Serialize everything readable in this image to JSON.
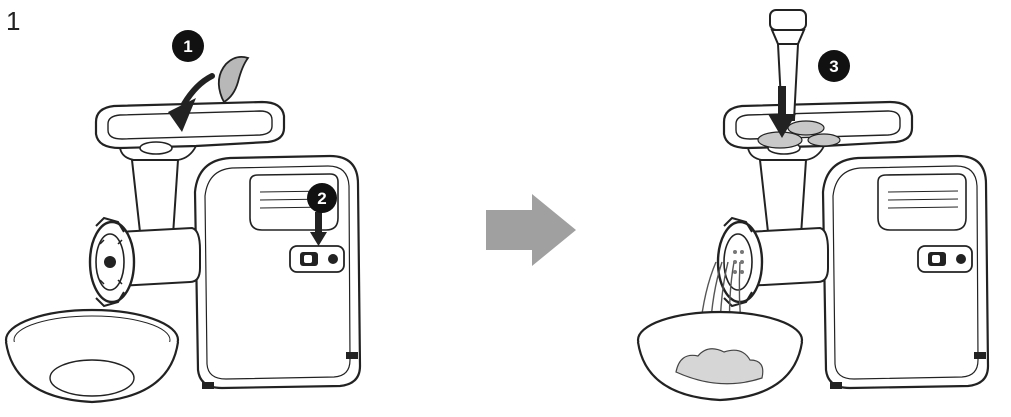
{
  "figure": {
    "step_number": "1",
    "callouts": [
      "1",
      "2",
      "3"
    ],
    "icons": [
      "meat-grinder-icon",
      "meat-chunk-icon",
      "pusher-icon",
      "arrow-right-icon",
      "bowl-icon",
      "switch-icon"
    ],
    "colors": {
      "line": "#222222",
      "badge": "#111111",
      "arrow": "#a0a0a0",
      "meat": "#b8b8b8"
    }
  }
}
